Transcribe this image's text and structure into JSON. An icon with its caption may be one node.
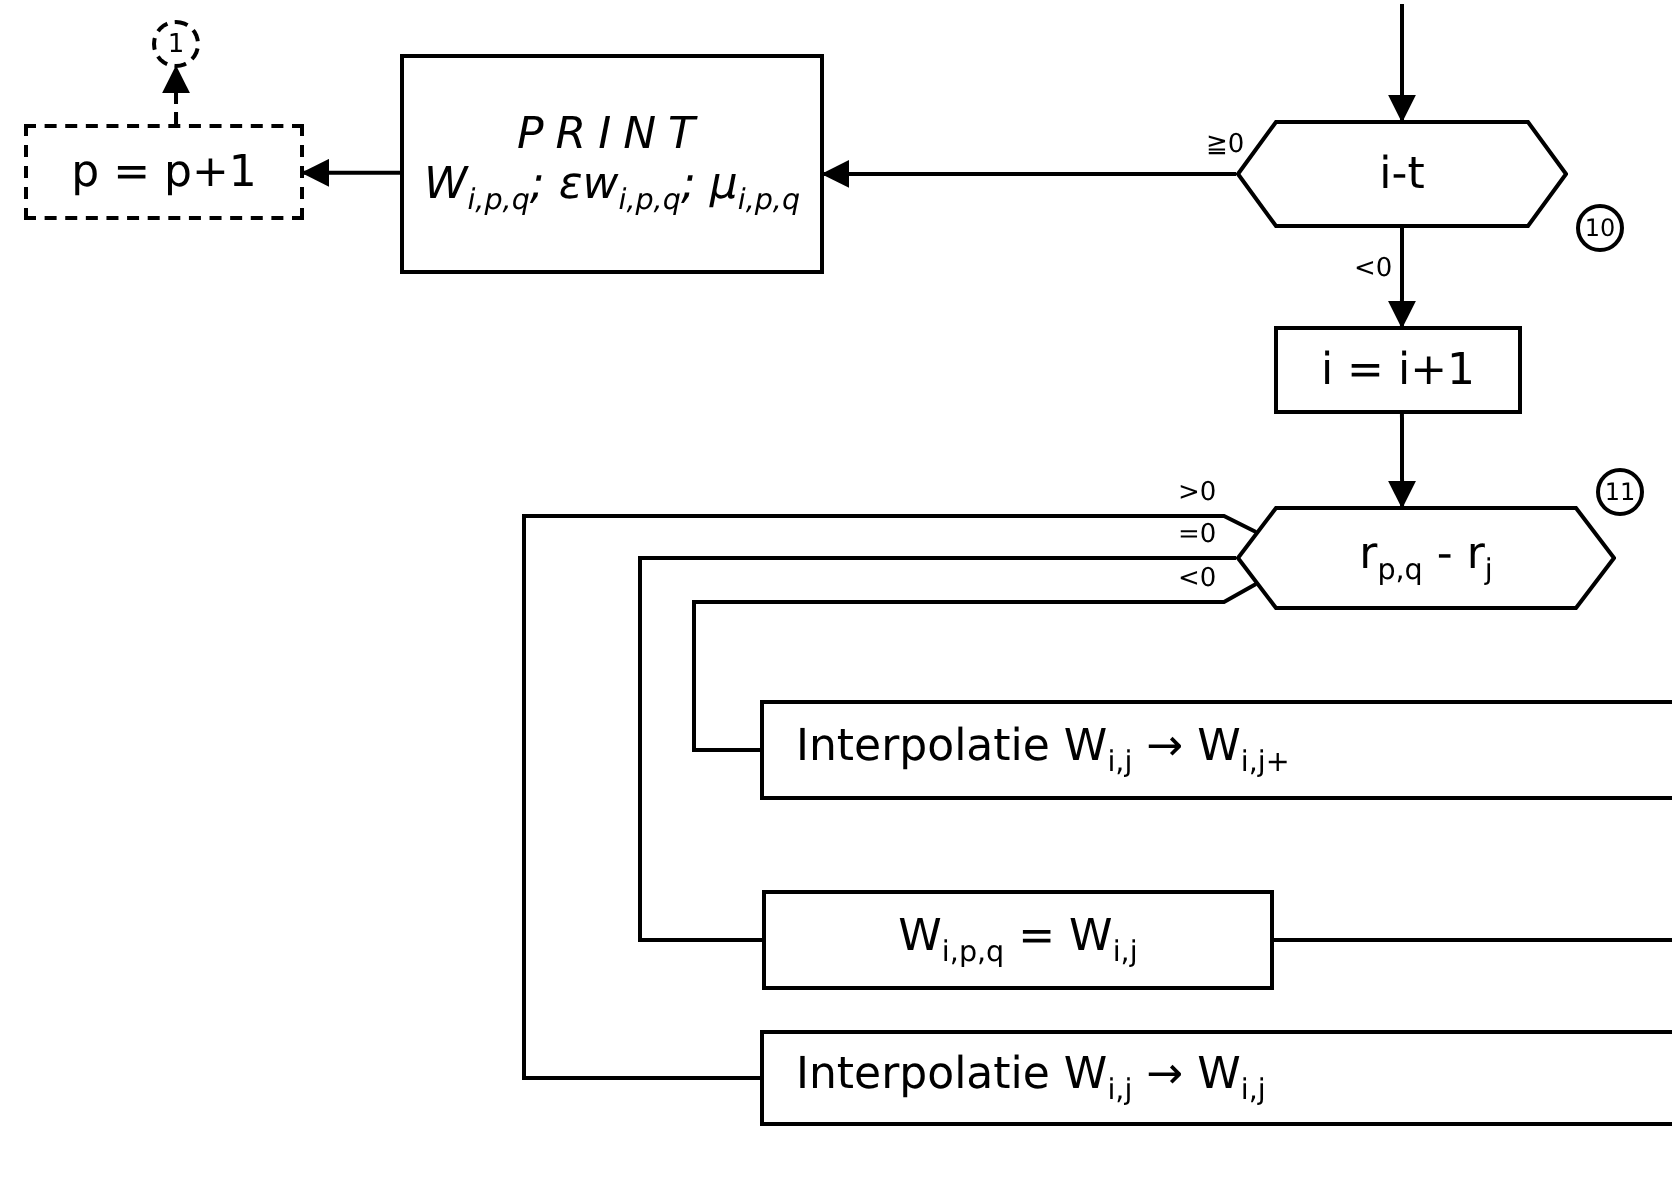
{
  "diagram": {
    "nodes": [
      {
        "text": [
          "1"
        ]
      },
      {
        "text": [
          "p = p+1"
        ]
      },
      {
        "text": [
          "PRINT",
          "W$_{i,p,q}$; εw$_{i,p,q}$; μ$_{i,p,q}$"
        ]
      },
      {
        "text": [
          "i-t"
        ]
      },
      {
        "text": [
          "i = i+1"
        ]
      },
      {
        "text": [
          "r$_{p,q}$ - r$_{j}$"
        ]
      },
      {
        "text": [
          "Interpolatie W$_{i,j}$ → W$_{i,j+}$"
        ]
      },
      {
        "text": [
          "W$_{i,p,q}$ = W$_{i,j}$"
        ]
      },
      {
        "text": [
          "Interpolatie W$_{i,j}$ → W$_{i,j}$"
        ]
      },
      {
        "text": [
          "10"
        ]
      },
      {
        "text": [
          "11"
        ]
      }
    ],
    "edges": [
      {
        "from": null,
        "to": 3,
        "arrow": "to"
      },
      {
        "from": 3,
        "to": 2,
        "arrow": "to",
        "label": "≧0"
      },
      {
        "from": 2,
        "to": 1,
        "arrow": "to"
      },
      {
        "from": 1,
        "to": 0,
        "arrow": "to",
        "style": "dashed"
      },
      {
        "from": 3,
        "to": 4,
        "arrow": "to",
        "label": "<0"
      },
      {
        "from": 4,
        "to": 5,
        "arrow": "to"
      },
      {
        "from": 5,
        "to": 8,
        "arrow": "none",
        "label": ">0"
      },
      {
        "from": 5,
        "to": 7,
        "arrow": "none",
        "label": "=0"
      },
      {
        "from": 5,
        "to": 6,
        "arrow": "none",
        "label": "<0"
      },
      {
        "from": 7,
        "to": null,
        "arrow": "none"
      }
    ]
  }
}
